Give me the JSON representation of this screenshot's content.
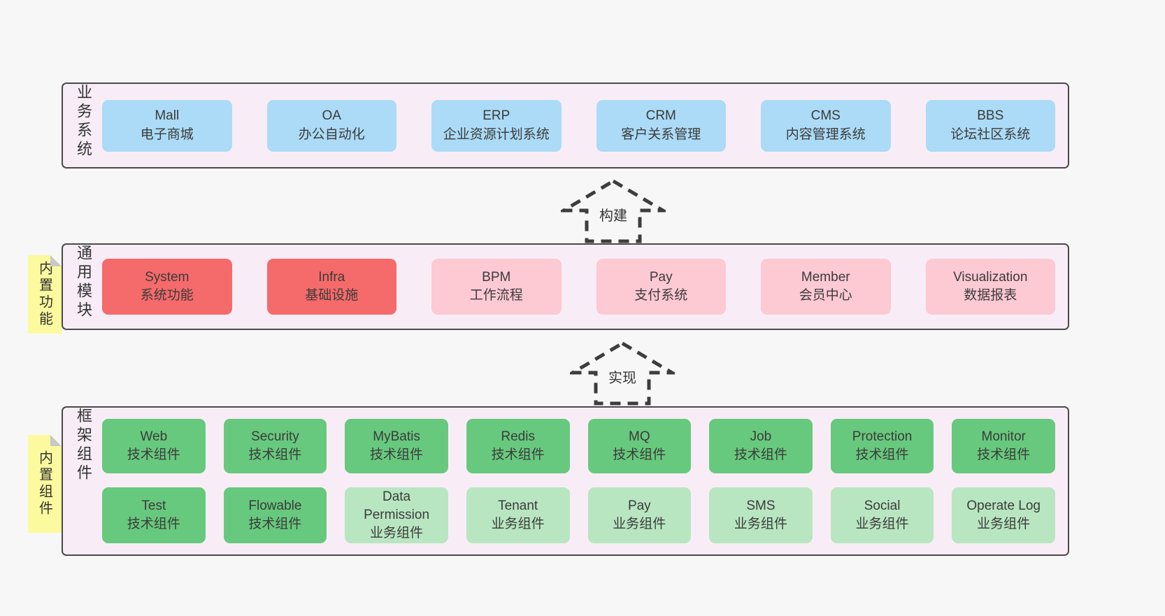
{
  "diagram": {
    "arrows": [
      {
        "label": "构建"
      },
      {
        "label": "实现"
      }
    ],
    "colors": {
      "page_bg": "#f7f7f7",
      "band_bg": "#f8edf6",
      "band_border": "#4a4a4a",
      "blue_box": "#abdbf6",
      "red_box": "#f56a6a",
      "pink_box": "#fdc9d3",
      "green_dark_box": "#67c97d",
      "green_light_box": "#b8e6c1",
      "sticky_yellow": "#fbfa9e",
      "sticky_fold": "#c8c8c8",
      "text": "#3b3b3b",
      "arrow_stroke": "#3d3d3d"
    },
    "bands": [
      {
        "label": "业务系统",
        "boxes": [
          {
            "name": "Mall",
            "subtitle": "电子商城",
            "variant": "blue"
          },
          {
            "name": "OA",
            "subtitle": "办公自动化",
            "variant": "blue"
          },
          {
            "name": "ERP",
            "subtitle": "企业资源计划系统",
            "variant": "blue"
          },
          {
            "name": "CRM",
            "subtitle": "客户关系管理",
            "variant": "blue"
          },
          {
            "name": "CMS",
            "subtitle": "内容管理系统",
            "variant": "blue"
          },
          {
            "name": "BBS",
            "subtitle": "论坛社区系统",
            "variant": "blue"
          }
        ]
      },
      {
        "label": "通用模块",
        "sticky": "内置功能",
        "boxes": [
          {
            "name": "System",
            "subtitle": "系统功能",
            "variant": "red"
          },
          {
            "name": "Infra",
            "subtitle": "基础设施",
            "variant": "red"
          },
          {
            "name": "BPM",
            "subtitle": "工作流程",
            "variant": "pink"
          },
          {
            "name": "Pay",
            "subtitle": "支付系统",
            "variant": "pink"
          },
          {
            "name": "Member",
            "subtitle": "会员中心",
            "variant": "pink"
          },
          {
            "name": "Visualization",
            "subtitle": "数据报表",
            "variant": "pink"
          }
        ]
      },
      {
        "label": "框架组件",
        "sticky": "内置组件",
        "rows": [
          [
            {
              "name": "Web",
              "subtitle": "技术组件",
              "variant": "green-dark"
            },
            {
              "name": "Security",
              "subtitle": "技术组件",
              "variant": "green-dark"
            },
            {
              "name": "MyBatis",
              "subtitle": "技术组件",
              "variant": "green-dark"
            },
            {
              "name": "Redis",
              "subtitle": "技术组件",
              "variant": "green-dark"
            },
            {
              "name": "MQ",
              "subtitle": "技术组件",
              "variant": "green-dark"
            },
            {
              "name": "Job",
              "subtitle": "技术组件",
              "variant": "green-dark"
            },
            {
              "name": "Protection",
              "subtitle": "技术组件",
              "variant": "green-dark"
            },
            {
              "name": "Monitor",
              "subtitle": "技术组件",
              "variant": "green-dark"
            }
          ],
          [
            {
              "name": "Test",
              "subtitle": "技术组件",
              "variant": "green-dark"
            },
            {
              "name": "Flowable",
              "subtitle": "技术组件",
              "variant": "green-dark"
            },
            {
              "name": "Data Permission",
              "subtitle": "业务组件",
              "variant": "green-light"
            },
            {
              "name": "Tenant",
              "subtitle": "业务组件",
              "variant": "green-light"
            },
            {
              "name": "Pay",
              "subtitle": "业务组件",
              "variant": "green-light"
            },
            {
              "name": "SMS",
              "subtitle": "业务组件",
              "variant": "green-light"
            },
            {
              "name": "Social",
              "subtitle": "业务组件",
              "variant": "green-light"
            },
            {
              "name": "Operate Log",
              "subtitle": "业务组件",
              "variant": "green-light"
            }
          ]
        ]
      }
    ]
  }
}
